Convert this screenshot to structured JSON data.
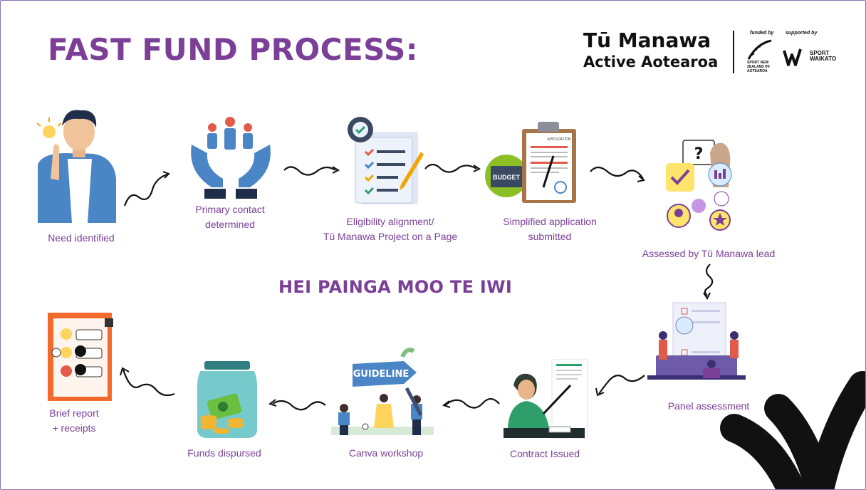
{
  "title": "FAST FUND PROCESS:",
  "logo": {
    "line1": "Tū Manawa",
    "line2": "Active Aotearoa",
    "funded_by": "funded by",
    "supported_by": "supported by",
    "sport_nz": "SPORT NEW ZEALAND IHI AOTEAROA",
    "sport_waikato_1": "SPORT",
    "sport_waikato_2": "WAIKATO"
  },
  "center_banner": "HEI PAINGA MOO TE IWI",
  "steps": [
    {
      "id": "need",
      "label": [
        "Need identified"
      ]
    },
    {
      "id": "contact",
      "label": [
        "Primary contact",
        "determined"
      ]
    },
    {
      "id": "eligibility",
      "label": [
        "Eligibility alignment/",
        "Tū Manawa Project on a Page"
      ]
    },
    {
      "id": "application",
      "label": [
        "Simplified application",
        "submitted"
      ]
    },
    {
      "id": "assessed",
      "label": [
        "Assessed by Tū Manawa lead"
      ]
    },
    {
      "id": "panel",
      "label": [
        "Panel assessment"
      ]
    },
    {
      "id": "contract",
      "label": [
        "Contract Issued"
      ]
    },
    {
      "id": "canva",
      "label": [
        "Canva workshop"
      ]
    },
    {
      "id": "funds",
      "label": [
        "Funds dispursed"
      ]
    },
    {
      "id": "report",
      "label": [
        "Brief report",
        "+ receipts"
      ]
    }
  ],
  "illustration_text": {
    "budget": "BUDGET",
    "application": "APPLICATION",
    "guideline": "GUIDELINE"
  },
  "colors": {
    "purple": "#7b3f98",
    "blue": "#4a86c5",
    "orange": "#f26a2b",
    "green": "#2e9e6b",
    "black": "#111111"
  }
}
